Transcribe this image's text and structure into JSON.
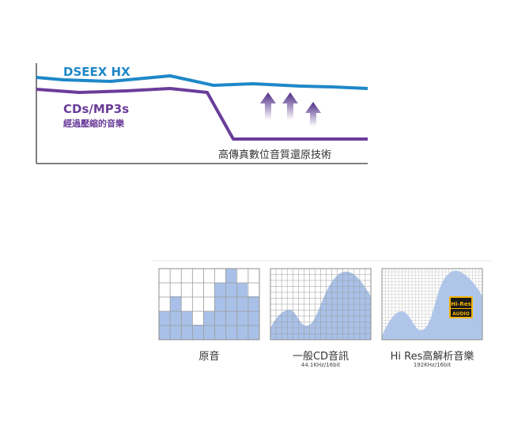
{
  "top": {
    "dseex_label": "DSEEX HX",
    "cds_label": "CDs/MP3s",
    "compressed_label": "經過壓縮的音樂",
    "caption": "高傳真數位音質還原技術",
    "colors": {
      "blue": "#1e88c8",
      "purple": "#6a3d9a",
      "arrow": "#4b2a86"
    }
  },
  "bottom": {
    "panels": [
      {
        "title": "原音",
        "subtitle": ""
      },
      {
        "title": "一般CD音訊",
        "subtitle": "44.1KHz/16bit"
      },
      {
        "title": "Hi Res高解析音樂",
        "subtitle": "192KHz/16bit"
      }
    ],
    "hires_badge": {
      "line1": "Hi-Res",
      "line2": "AUDIO"
    },
    "colors": {
      "fill": "#a9c1e8",
      "grid": "#9a9a9a",
      "badge": "#f4b400"
    }
  }
}
